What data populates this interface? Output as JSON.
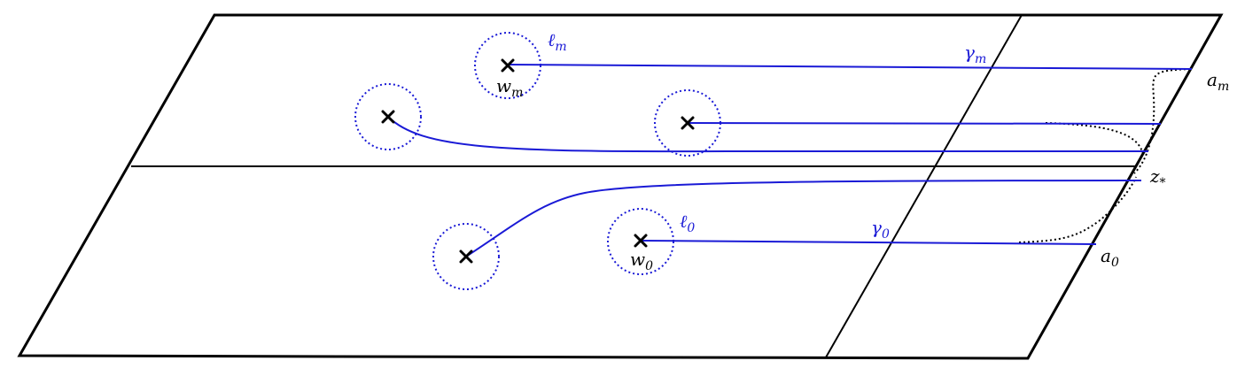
{
  "colors": {
    "frame": "#000000",
    "path": "#1a1ad6",
    "label_blue": "#1a1ad6",
    "label_black": "#000000"
  },
  "labels": {
    "ell_m": {
      "base": "ℓ",
      "sub": "m"
    },
    "gamma_m": {
      "base": "γ",
      "sub": "m"
    },
    "w_m": {
      "base": "w",
      "sub": "m"
    },
    "a_m": {
      "base": "a",
      "sub": "m"
    },
    "z_star": {
      "base": "z",
      "sub": "*"
    },
    "ell_0": {
      "base": "ℓ",
      "sub": "0"
    },
    "gamma_0": {
      "base": "γ",
      "sub": "0"
    },
    "w_0": {
      "base": "w",
      "sub": "0"
    },
    "a_0": {
      "base": "a",
      "sub": "0"
    }
  },
  "marks": {
    "singular_point": "cross-mark",
    "loop": "dotted-circle"
  }
}
